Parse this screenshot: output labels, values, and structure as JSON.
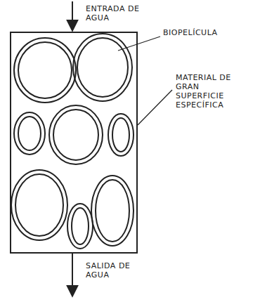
{
  "diagram": {
    "labels": [
      "ENTRADA DE AGUA",
      "BIOPELÍCULA",
      "MATERIAL DE GRAN SUPERFICIE ESPECÍFICA",
      "SALIDA DE AGUA"
    ]
  }
}
